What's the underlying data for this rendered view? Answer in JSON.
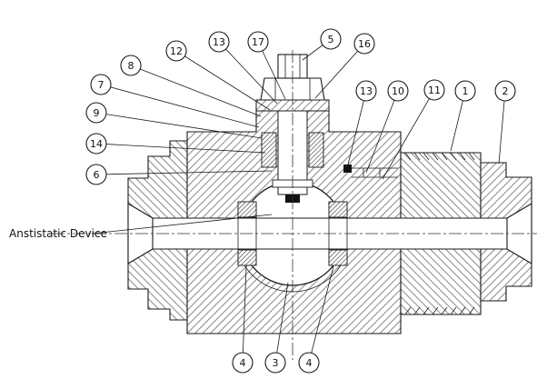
{
  "figure": {
    "antistatic_label": "Anstistatic Device",
    "callouts": {
      "c1": "1",
      "c2": "2",
      "c3": "3",
      "c4a": "4",
      "c4b": "4",
      "c5": "5",
      "c6": "6",
      "c7": "7",
      "c8": "8",
      "c9": "9",
      "c10": "10",
      "c11": "11",
      "c12": "12",
      "c13a": "13",
      "c13b": "13",
      "c14": "14",
      "c16": "16",
      "c17": "17"
    },
    "colors": {
      "line": "#1a1a1a",
      "background": "#ffffff",
      "hatch": "#555555"
    }
  }
}
